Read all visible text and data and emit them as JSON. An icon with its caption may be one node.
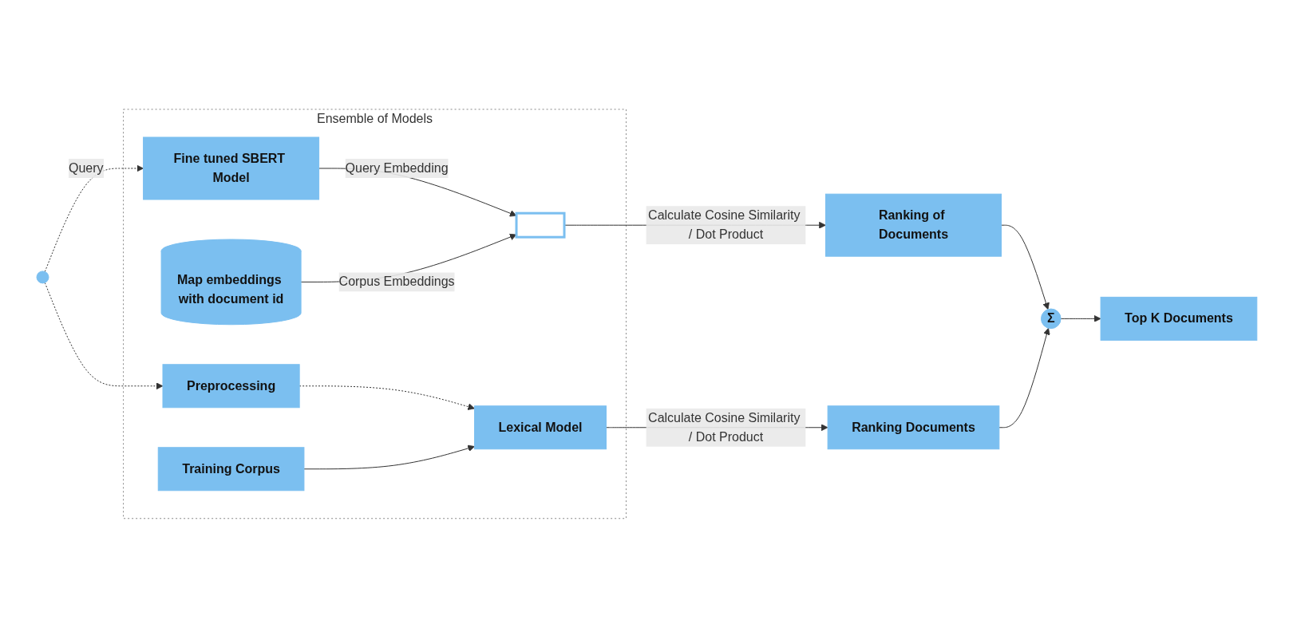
{
  "diagram": {
    "nodes": [
      {
        "text": [],
        "shape": "person"
      },
      {
        "text": [
          "Ensemble of Models"
        ]
      },
      {
        "text": [
          "Fine tuned SBERT Model"
        ],
        "in": 1
      },
      {
        "text": [],
        "shape": "picture",
        "in": 1
      },
      {
        "text": [
          "Map embeddings with document id"
        ],
        "in": 1
      },
      {
        "text": [
          "Training Corpus"
        ],
        "in": 1
      },
      {
        "text": [
          "Preprocessing"
        ],
        "in": 1
      },
      {
        "text": [
          "Lexical Model"
        ],
        "in": 1
      },
      {
        "text": [
          "Ranking of Documents"
        ]
      },
      {
        "text": [
          "Σ"
        ]
      },
      {
        "text": [
          "Top K Documents"
        ]
      },
      {
        "text": [
          "Ranking Documents"
        ]
      }
    ],
    "edges": [
      {
        "from": 0,
        "to": 2,
        "arrow": "to",
        "label": "Query",
        "style": "dashed"
      },
      {
        "from": 0,
        "to": 6,
        "arrow": "to",
        "style": "dashed"
      },
      {
        "from": 2,
        "to": 3,
        "arrow": "to",
        "label": "Query Embedding"
      },
      {
        "from": 4,
        "to": 3,
        "arrow": "to",
        "label": "Corpus Embeddings"
      },
      {
        "from": 3,
        "to": 8,
        "arrow": "to",
        "label": "Calculate Cosine Similarity / Dot Product"
      },
      {
        "from": 6,
        "to": 7,
        "arrow": "to",
        "style": "dashed"
      },
      {
        "from": 5,
        "to": 7,
        "arrow": "to"
      },
      {
        "from": 7,
        "to": 11,
        "arrow": "to",
        "label": "Calculate Cosine Similarity / Dot Product"
      },
      {
        "from": 8,
        "to": 9,
        "arrow": "to"
      },
      {
        "from": 11,
        "to": 9,
        "arrow": "to"
      },
      {
        "from": 9,
        "to": 10,
        "arrow": "to"
      }
    ]
  }
}
